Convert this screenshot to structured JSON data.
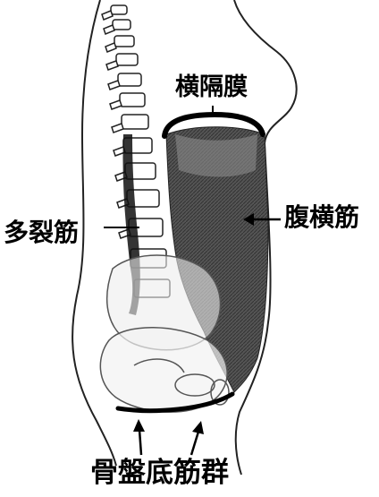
{
  "labels": {
    "diaphragm": "横隔膜",
    "transversus_abdominis": "腹横筋",
    "multifidus": "多裂筋",
    "pelvic_floor": "骨盤底筋群"
  },
  "colors": {
    "muscle_fill": "#4a4a4a",
    "outline": "#111111",
    "background": "#ffffff"
  }
}
